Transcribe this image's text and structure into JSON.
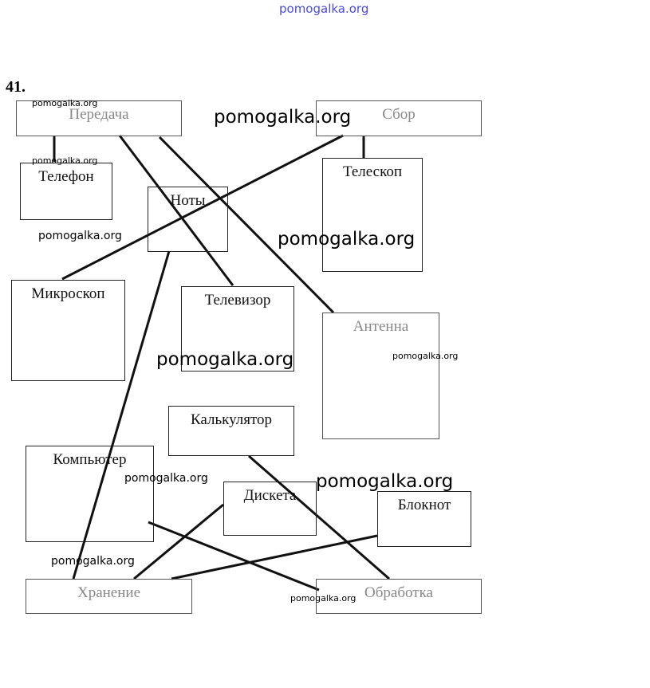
{
  "header": {
    "site": "pomogalka.org",
    "task_number": "41."
  },
  "boxes": {
    "peredacha": "Передача",
    "sbor": "Сбор",
    "telefon": "Телефон",
    "noty": "Ноты",
    "teleskop": "Телескоп",
    "mikroskop": "Микроскоп",
    "televizor": "Телевизор",
    "antenna": "Антенна",
    "kalkulyator": "Калькулятор",
    "kompyuter": "Компьютер",
    "disketa": "Дискета",
    "bloknot": "Блокнот",
    "hranenie": "Хранение",
    "obrabotka": "Обработка"
  },
  "watermark": "pomogalka.org",
  "colors": {
    "line": "#111111",
    "watermark_top": "#4a4ae0"
  }
}
